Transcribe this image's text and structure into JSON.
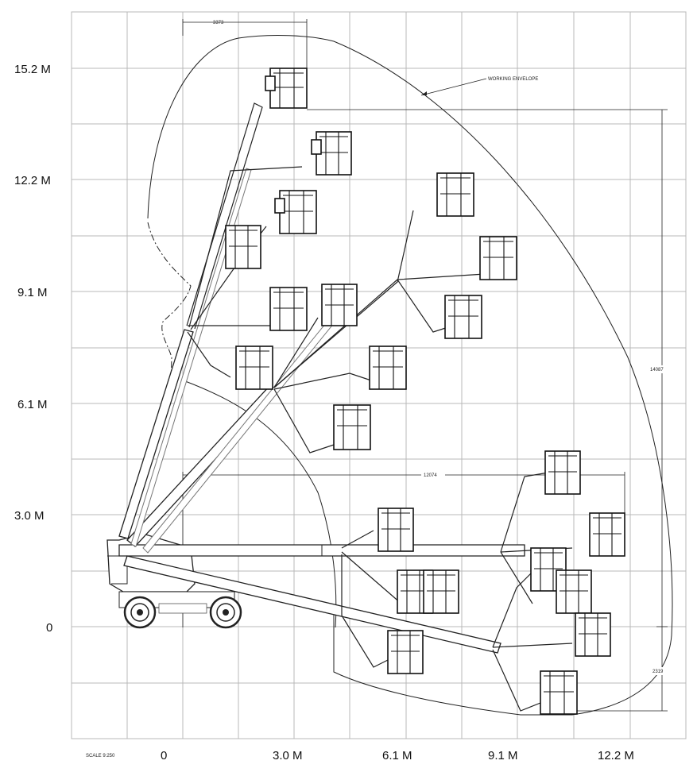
{
  "y_axis": {
    "labels": [
      "15.2 M",
      "12.2 M",
      "9.1 M",
      "6.1 M",
      "3.0 M",
      "0"
    ]
  },
  "x_axis": {
    "labels": [
      "0",
      "3.0 M",
      "6.1 M",
      "9.1 M",
      "12.2 M"
    ]
  },
  "scale_note": "SCALE  9:250",
  "annotations": {
    "working_envelope": "WORKING ENVELOPE"
  },
  "dimensions": {
    "top_offset": "3373",
    "max_outreach": "12074",
    "height_above": "14087",
    "depth_below": "2319"
  }
}
